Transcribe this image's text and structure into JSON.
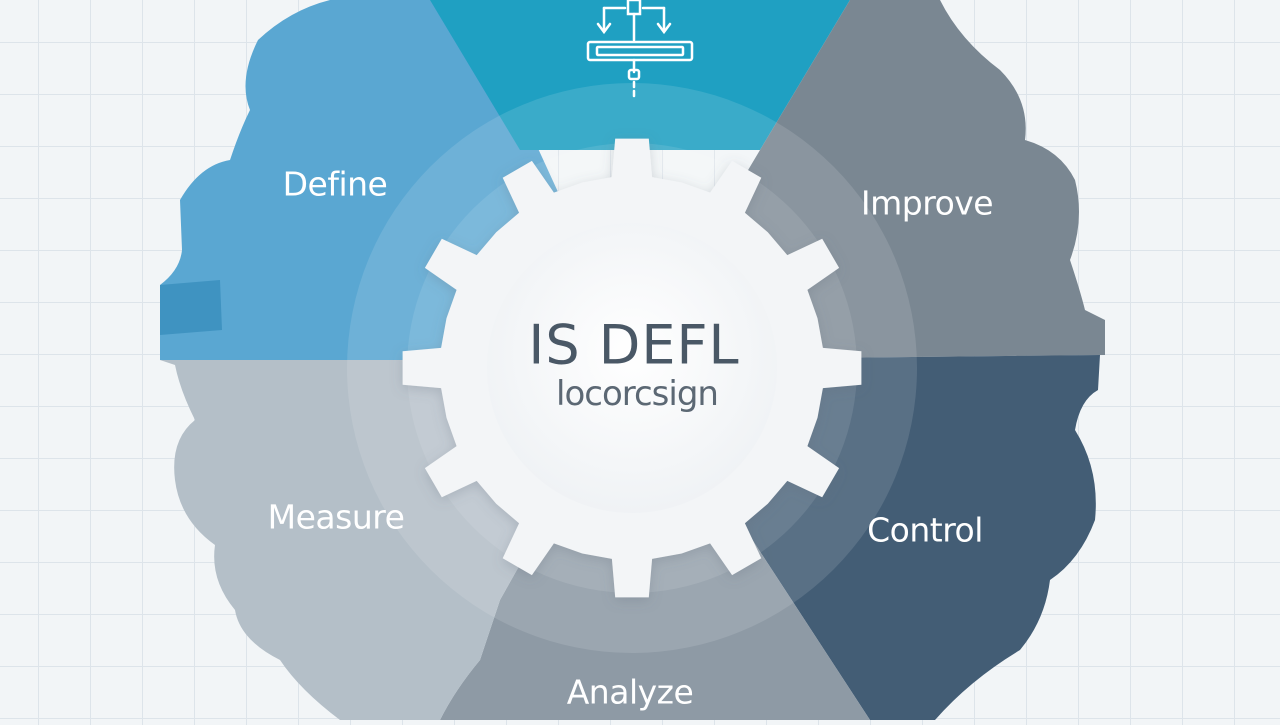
{
  "diagram": {
    "stages": {
      "define": "Define",
      "improve": "Improve",
      "measure": "Measure",
      "control": "Control",
      "analyze": "Analyze"
    },
    "center": {
      "title": "IS DEFL",
      "subtitle": "locorcsign"
    },
    "colors": {
      "define": "#5aa7d2",
      "top": "#1fa0c2",
      "improve": "#7a8792",
      "control": "#435d75",
      "analyze": "#8e9aa5",
      "measure": "#b4bfc8",
      "hub": "#ffffff"
    },
    "icons": [
      "process-flow-icon"
    ]
  }
}
